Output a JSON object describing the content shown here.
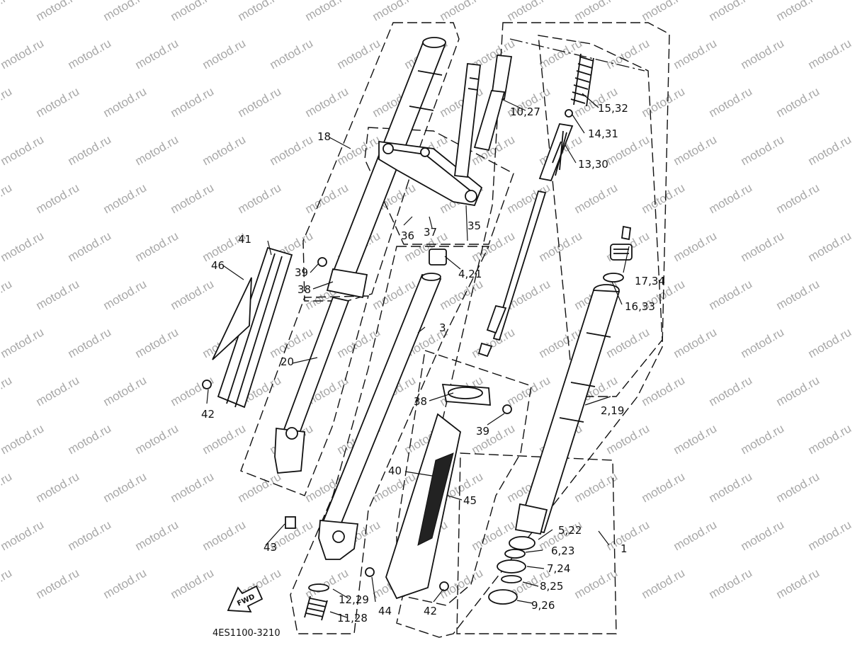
{
  "diagram": {
    "drawing_code": "4ES1100-3210",
    "fwd_label": "FWD",
    "watermark_text": "motod.ru",
    "labels": {
      "p1": "1",
      "p2_19": "2,19",
      "p3": "3",
      "p4_21": "4,21",
      "p5_22": "5,22",
      "p6_23": "6,23",
      "p7_24": "7,24",
      "p8_25": "8,25",
      "p9_26": "9,26",
      "p10_27": "10,27",
      "p11_28": "11,28",
      "p12_29": "12,29",
      "p13_30": "13,30",
      "p14_31": "14,31",
      "p15_32": "15,32",
      "p16_33": "16,33",
      "p17_34": "17,34",
      "p18": "18",
      "p20": "20",
      "p35": "35",
      "p36": "36",
      "p37": "37",
      "p38a": "38",
      "p38b": "38",
      "p39a": "39",
      "p39b": "39",
      "p40": "40",
      "p41": "41",
      "p42a": "42",
      "p42b": "42",
      "p43": "43",
      "p44": "44",
      "p45": "45",
      "p46": "46"
    }
  }
}
